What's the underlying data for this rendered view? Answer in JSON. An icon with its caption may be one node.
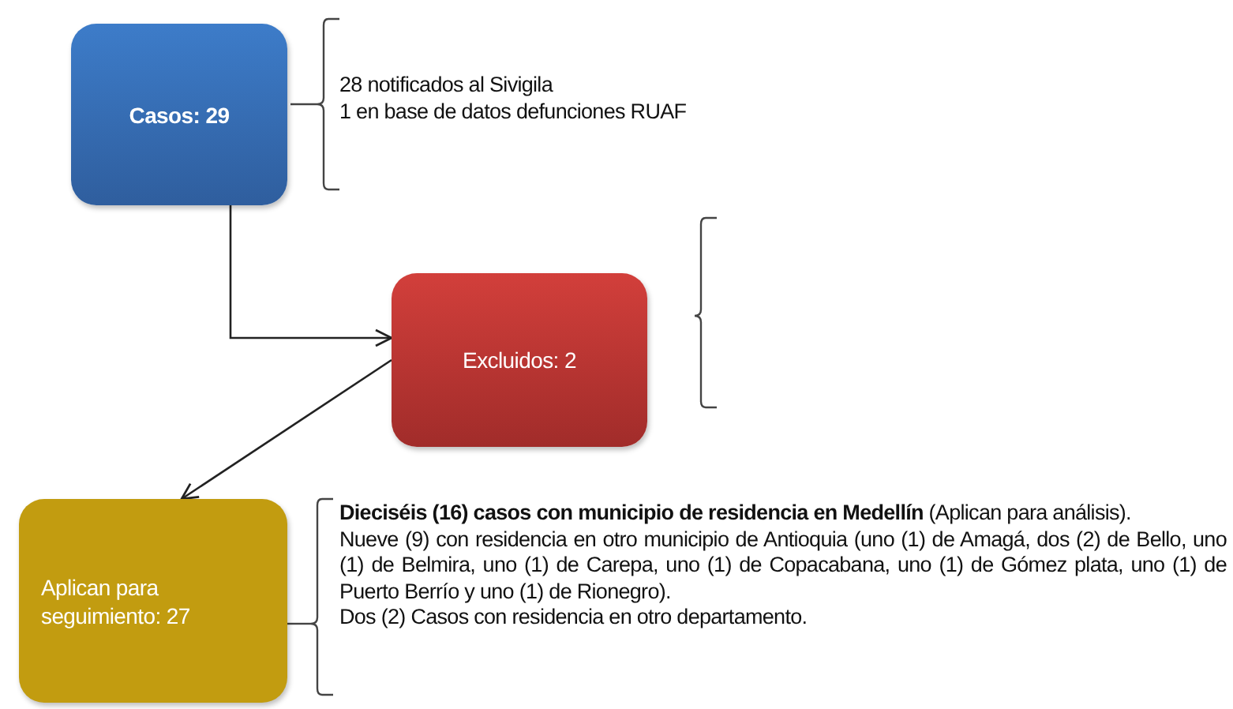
{
  "diagram": {
    "nodes": [
      {
        "text": [
          "Casos: 29"
        ],
        "beside": [
          "28 notificados al Sivigila",
          "1 en base de datos defunciones RUAF"
        ]
      },
      {
        "text": [
          "Excluidos: 2"
        ]
      },
      {
        "text": [
          "Aplican para seguimiento: 27"
        ],
        "beside": [
          "**Dieciséis (16) casos con municipio de residencia en Medellín** (Aplican para análisis).",
          "Nueve (9) con residencia en otro municipio de Antioquia (uno (1) de Amagá, dos (2) de Bello, uno (1) de Belmira, uno (1)  de Carepa, uno (1) de Copacabana, uno (1) de Gómez plata, uno (1) de Puerto Berrío y uno (1) de  Rionegro).",
          "Dos (2) Casos con residencia en otro departamento."
        ]
      }
    ],
    "edges": [
      {
        "from": 0,
        "to": 1,
        "arrow": "to"
      },
      {
        "from": 1,
        "to": 2,
        "arrow": "to"
      }
    ]
  }
}
